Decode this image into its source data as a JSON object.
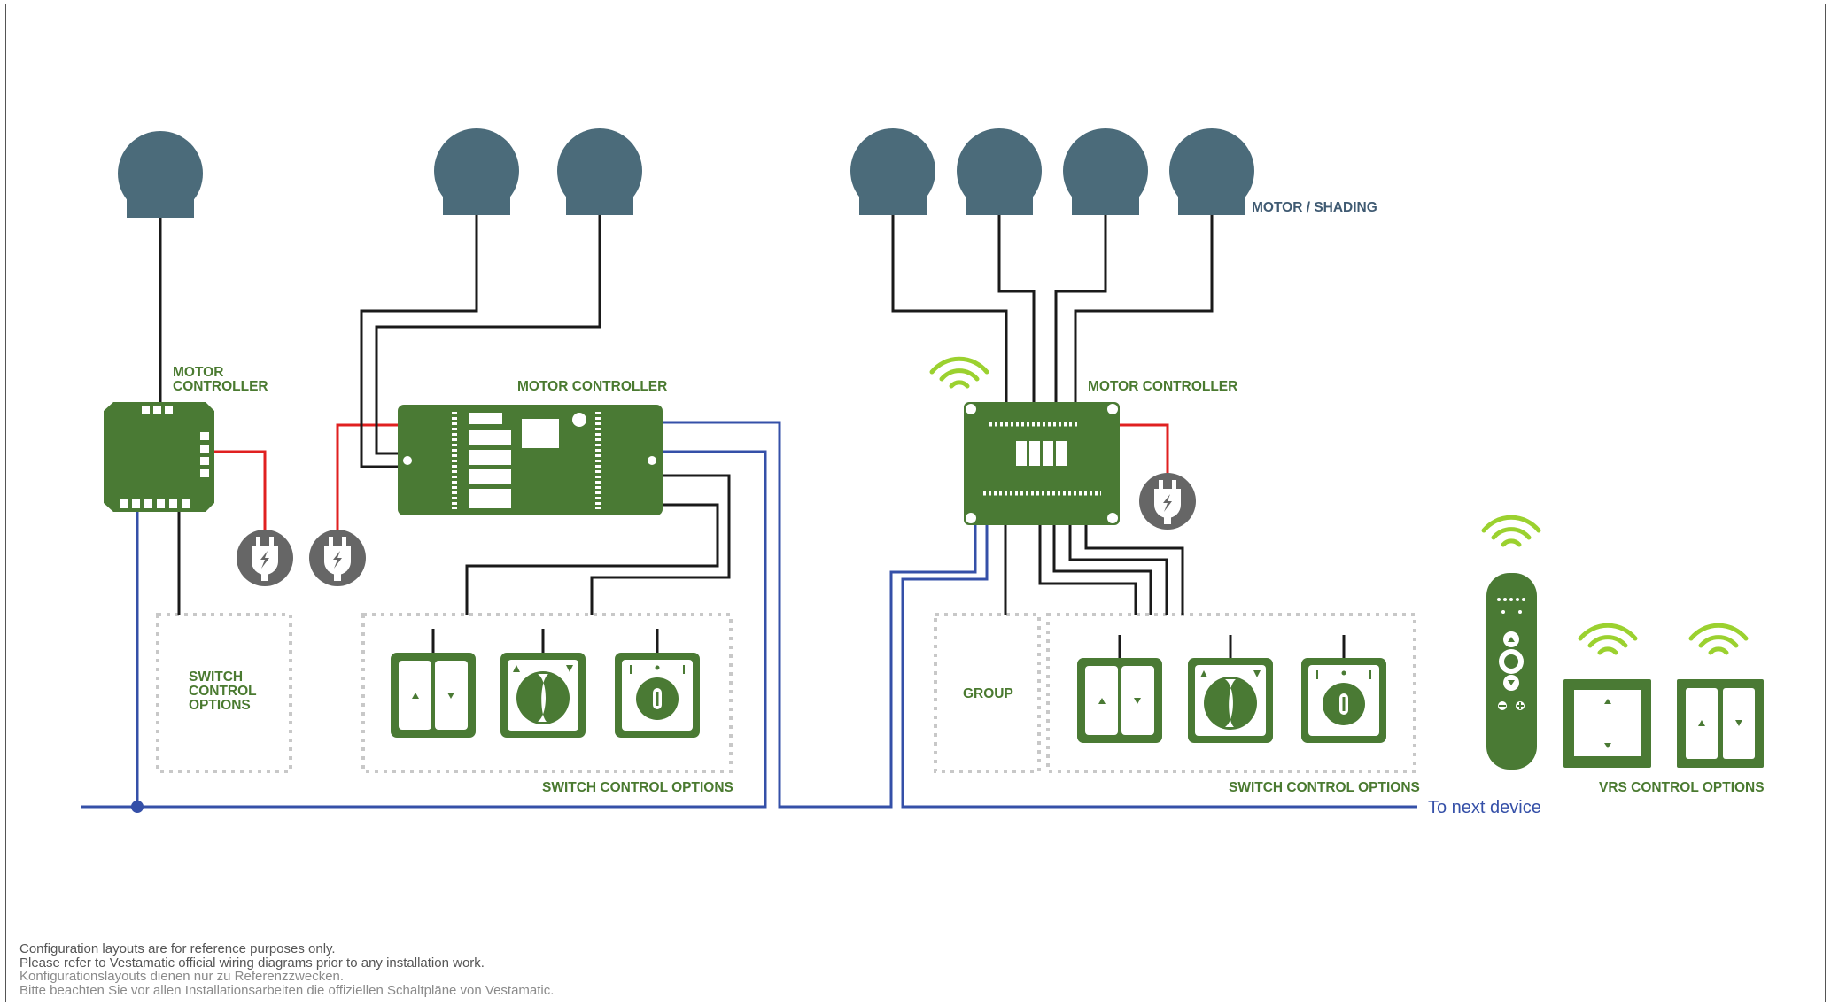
{
  "labels": {
    "motor_controller_small": [
      "MOTOR",
      "CONTROLLER"
    ],
    "switch_control_options_left": [
      "SWITCH",
      "CONTROL",
      "OPTIONS"
    ],
    "motor_controller_mid": "MOTOR CONTROLLER",
    "switch_control_options_mid": "SWITCH CONTROL OPTIONS",
    "motor_controller_right": "MOTOR CONTROLLER",
    "motor_shading": "MOTOR / SHADING",
    "group": "GROUP",
    "switch_control_options_right": "SWITCH CONTROL OPTIONS",
    "to_next_device": "To next device",
    "vrs_control_options": "VRS CONTROL OPTIONS"
  },
  "disclaimer": {
    "en_line1": "Configuration layouts are for reference purposes only.",
    "en_line2": "Please refer to Vestamatic official wiring diagrams prior to any installation work.",
    "de_line1": "Konfigurationslayouts dienen nur zu Referenzzwecken.",
    "de_line2": "Bitte beachten Sie vor allen Installationsarbeiten die offiziellen Schaltpläne von Vestamatic."
  },
  "colors": {
    "motor": "#4b6b7a",
    "controller": "#4a7a34",
    "wifi": "#9bd12f",
    "plug": "#666666",
    "bus_line": "#3550a8",
    "power_line": "#e02020",
    "signal_line": "#1a1a1a",
    "label_green": "#4a7a30",
    "label_blue": "#3f5a72"
  },
  "icons": [
    "motor-icon",
    "plug-icon",
    "wifi-icon",
    "rocker-switch-icon",
    "rotary-switch-icon",
    "key-switch-icon",
    "remote-control-icon",
    "wall-transmitter-icon"
  ]
}
